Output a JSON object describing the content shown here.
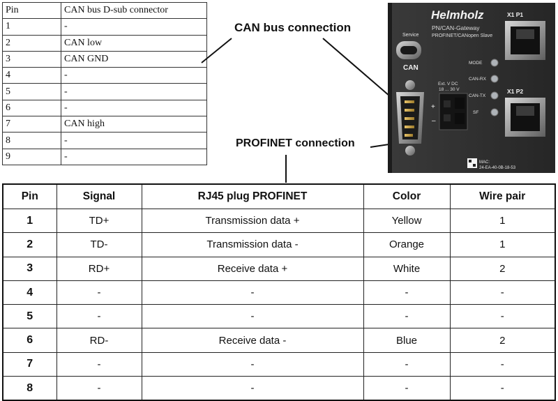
{
  "can_table": {
    "header": {
      "pin": "Pin",
      "title": "CAN bus D-sub connector"
    },
    "rows": [
      {
        "pin": "1",
        "value": "-"
      },
      {
        "pin": "2",
        "value": "CAN low"
      },
      {
        "pin": "3",
        "value": "CAN GND"
      },
      {
        "pin": "4",
        "value": "-"
      },
      {
        "pin": "5",
        "value": "-"
      },
      {
        "pin": "6",
        "value": "-"
      },
      {
        "pin": "7",
        "value": "CAN high"
      },
      {
        "pin": "8",
        "value": "-"
      },
      {
        "pin": "9",
        "value": "-"
      }
    ]
  },
  "callouts": {
    "can": "CAN bus connection",
    "profinet": "PROFINET connection"
  },
  "device": {
    "brand": "Helmholz",
    "model_line1": "PN/CAN-Gateway",
    "model_line2": "PROFINET/CANopen Slave",
    "service_label": "Service",
    "can_label": "CAN",
    "power_label1": "Ext. V DC",
    "power_label2": "18 ... 30 V",
    "leds": [
      "MODE",
      "CAN-RX",
      "CAN-TX",
      "SF"
    ],
    "port1": "X1 P1",
    "port2": "X1 P2",
    "mac_label": "MAC:",
    "mac_value": "24-EA-40-0B-18-53"
  },
  "profinet_table": {
    "headers": [
      "Pin",
      "Signal",
      "RJ45 plug PROFINET",
      "Color",
      "Wire pair"
    ],
    "rows": [
      [
        "1",
        "TD+",
        "Transmission data +",
        "Yellow",
        "1"
      ],
      [
        "2",
        "TD-",
        "Transmission data -",
        "Orange",
        "1"
      ],
      [
        "3",
        "RD+",
        "Receive data +",
        "White",
        "2"
      ],
      [
        "4",
        "-",
        "-",
        "-",
        "-"
      ],
      [
        "5",
        "-",
        "-",
        "-",
        "-"
      ],
      [
        "6",
        "RD-",
        "Receive data -",
        "Blue",
        "2"
      ],
      [
        "7",
        "-",
        "-",
        "-",
        "-"
      ],
      [
        "8",
        "-",
        "-",
        "-",
        "-"
      ]
    ]
  }
}
